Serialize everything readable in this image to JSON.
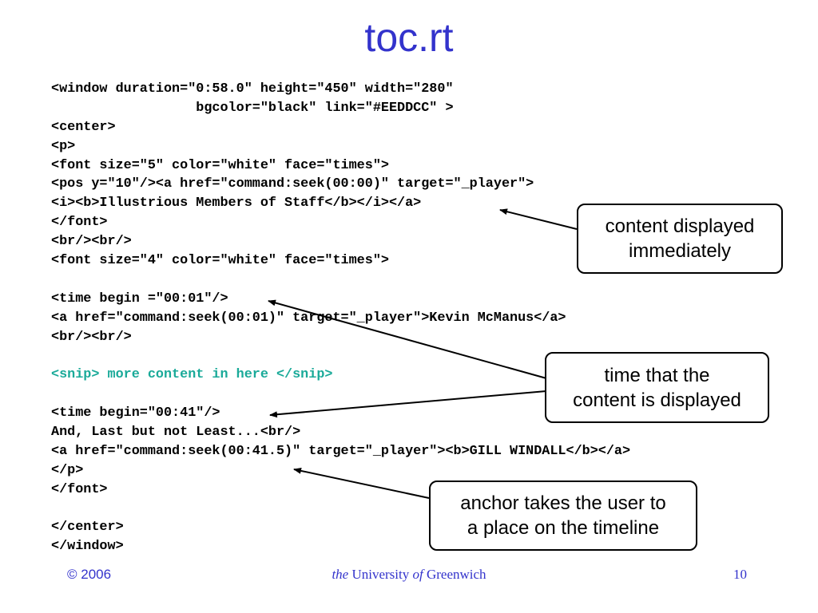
{
  "slide": {
    "title": "toc.rt",
    "code_lines": [
      {
        "text": "<window duration=\"0:58.0\" height=\"450\" width=\"280\"",
        "style": "normal"
      },
      {
        "text": "                  bgcolor=\"black\" link=\"#EEDDCC\" >",
        "style": "normal"
      },
      {
        "text": "<center>",
        "style": "normal"
      },
      {
        "text": "<p>",
        "style": "normal"
      },
      {
        "text": "<font size=\"5\" color=\"white\" face=\"times\">",
        "style": "normal"
      },
      {
        "text": "<pos y=\"10\"/><a href=\"command:seek(00:00)\" target=\"_player\">",
        "style": "normal"
      },
      {
        "text": "<i><b>Illustrious Members of Staff</b></i></a>",
        "style": "normal"
      },
      {
        "text": "</font>",
        "style": "normal"
      },
      {
        "text": "<br/><br/>",
        "style": "normal"
      },
      {
        "text": "<font size=\"4\" color=\"white\" face=\"times\">",
        "style": "normal"
      },
      {
        "text": "",
        "style": "normal"
      },
      {
        "text": "<time begin =\"00:01\"/>",
        "style": "normal"
      },
      {
        "text": "<a href=\"command:seek(00:01)\" target=\"_player\">Kevin McManus</a>",
        "style": "normal"
      },
      {
        "text": "<br/><br/>",
        "style": "normal"
      },
      {
        "text": "",
        "style": "normal"
      },
      {
        "text": "<snip> more content in here </snip>",
        "style": "snip"
      },
      {
        "text": "",
        "style": "normal"
      },
      {
        "text": "<time begin=\"00:41\"/>",
        "style": "normal"
      },
      {
        "text": "And, Last but not Least...<br/>",
        "style": "normal"
      },
      {
        "text": "<a href=\"command:seek(00:41.5)\" target=\"_player\"><b>GILL WINDALL</b></a>",
        "style": "normal"
      },
      {
        "text": "</p>",
        "style": "normal"
      },
      {
        "text": "</font>",
        "style": "normal"
      },
      {
        "text": "",
        "style": "normal"
      },
      {
        "text": "</center>",
        "style": "normal"
      },
      {
        "text": "</window>",
        "style": "normal"
      }
    ],
    "callouts": {
      "displayed_immediately": [
        "content displayed",
        "immediately"
      ],
      "time_displayed": [
        "time that the",
        "content is displayed"
      ],
      "anchor_timeline": [
        "anchor takes the user to",
        "a place on the timeline"
      ]
    }
  },
  "footer": {
    "copyright": "© 2006",
    "org_the": "the",
    "org_university": " University ",
    "org_of": "of",
    "org_greenwich": " Greenwich",
    "page_number": "10"
  },
  "colors": {
    "title": "#3333cc",
    "snip": "#1aaa99",
    "footer": "#3333cc",
    "text": "#000000"
  }
}
